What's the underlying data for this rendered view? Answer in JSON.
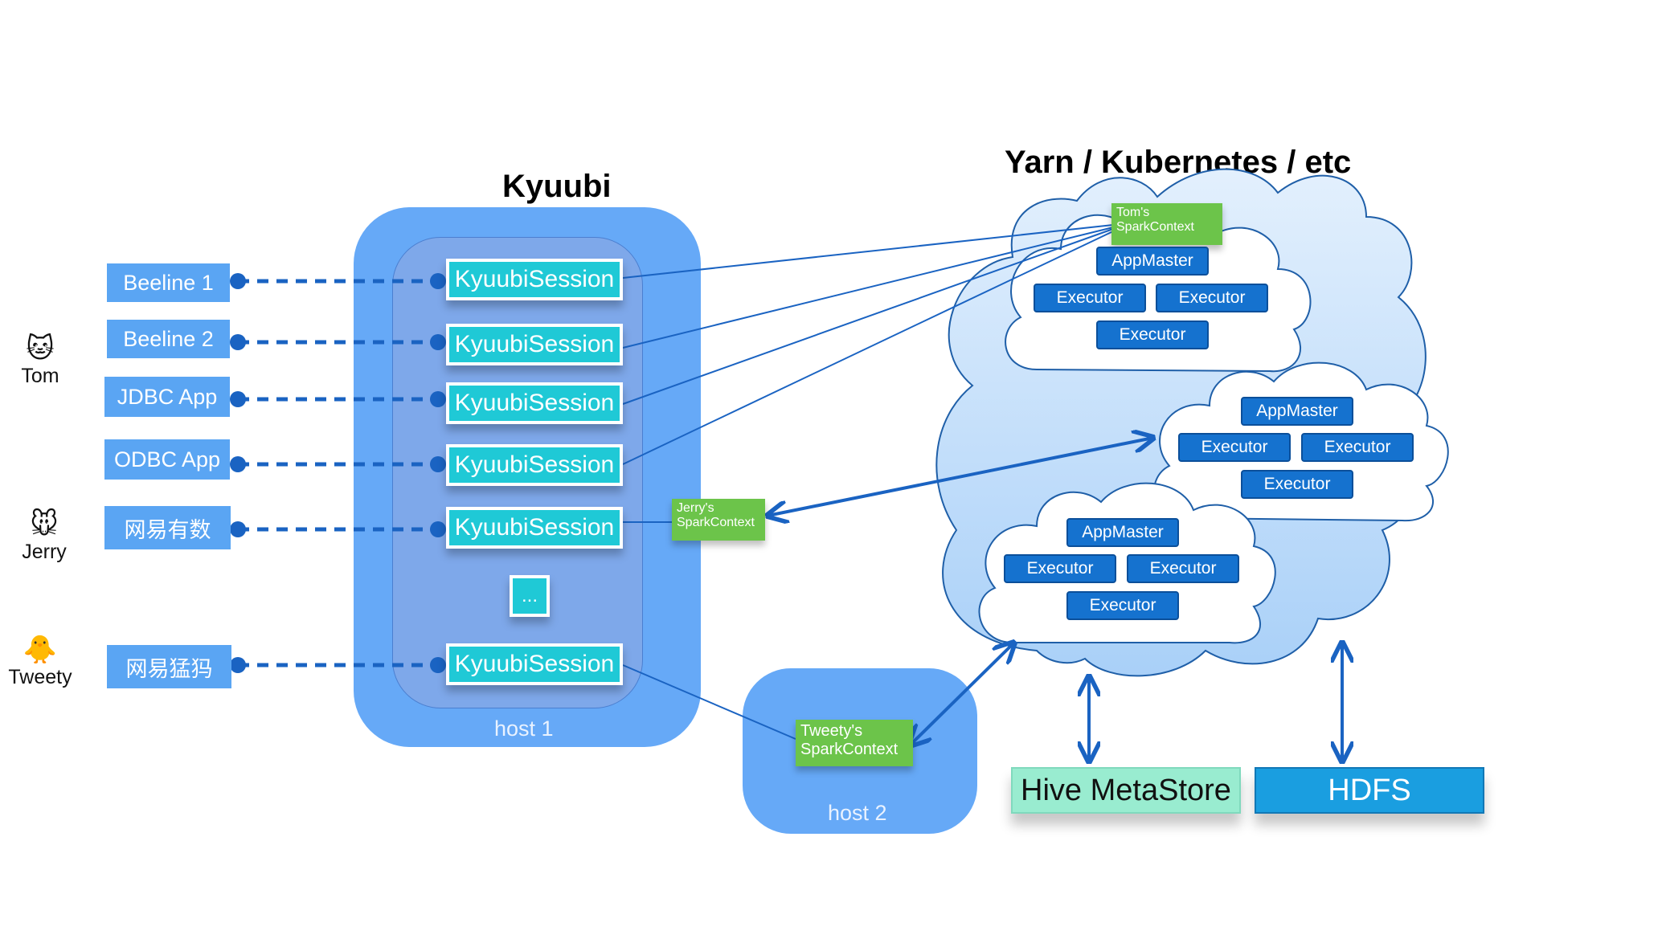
{
  "titles": {
    "kyuubi": "Kyuubi",
    "cluster": "Yarn / Kubernetes / etc"
  },
  "users": [
    {
      "name": "Tom",
      "icon": "cat-face-icon"
    },
    {
      "name": "Jerry",
      "icon": "mouse-face-icon"
    },
    {
      "name": "Tweety",
      "icon": "chick-icon"
    }
  ],
  "clients": [
    "Beeline 1",
    "Beeline 2",
    "JDBC App",
    "ODBC App",
    "网易有数",
    "网易猛犸"
  ],
  "session_label": "KyuubiSession",
  "ellipsis": "...",
  "hosts": {
    "host1": "host 1",
    "host2": "host 2"
  },
  "contexts": {
    "tom": [
      "Tom's",
      "SparkContext"
    ],
    "jerry": [
      "Jerry's",
      "SparkContext"
    ],
    "tweety": [
      "Tweety's",
      "SparkContext"
    ]
  },
  "nodes": {
    "app_master": "AppMaster",
    "executor": "Executor"
  },
  "storage": {
    "hive": "Hive MetaStore",
    "hdfs": "HDFS"
  },
  "colors": {
    "client": "#5aa5f3",
    "host": "#66a9f7",
    "session": "#1fc9d6",
    "context": "#6cc44a",
    "node": "#1572cf",
    "hive": "#99ecd0",
    "hdfs": "#1a9ee0",
    "link": "#1a63c2"
  }
}
